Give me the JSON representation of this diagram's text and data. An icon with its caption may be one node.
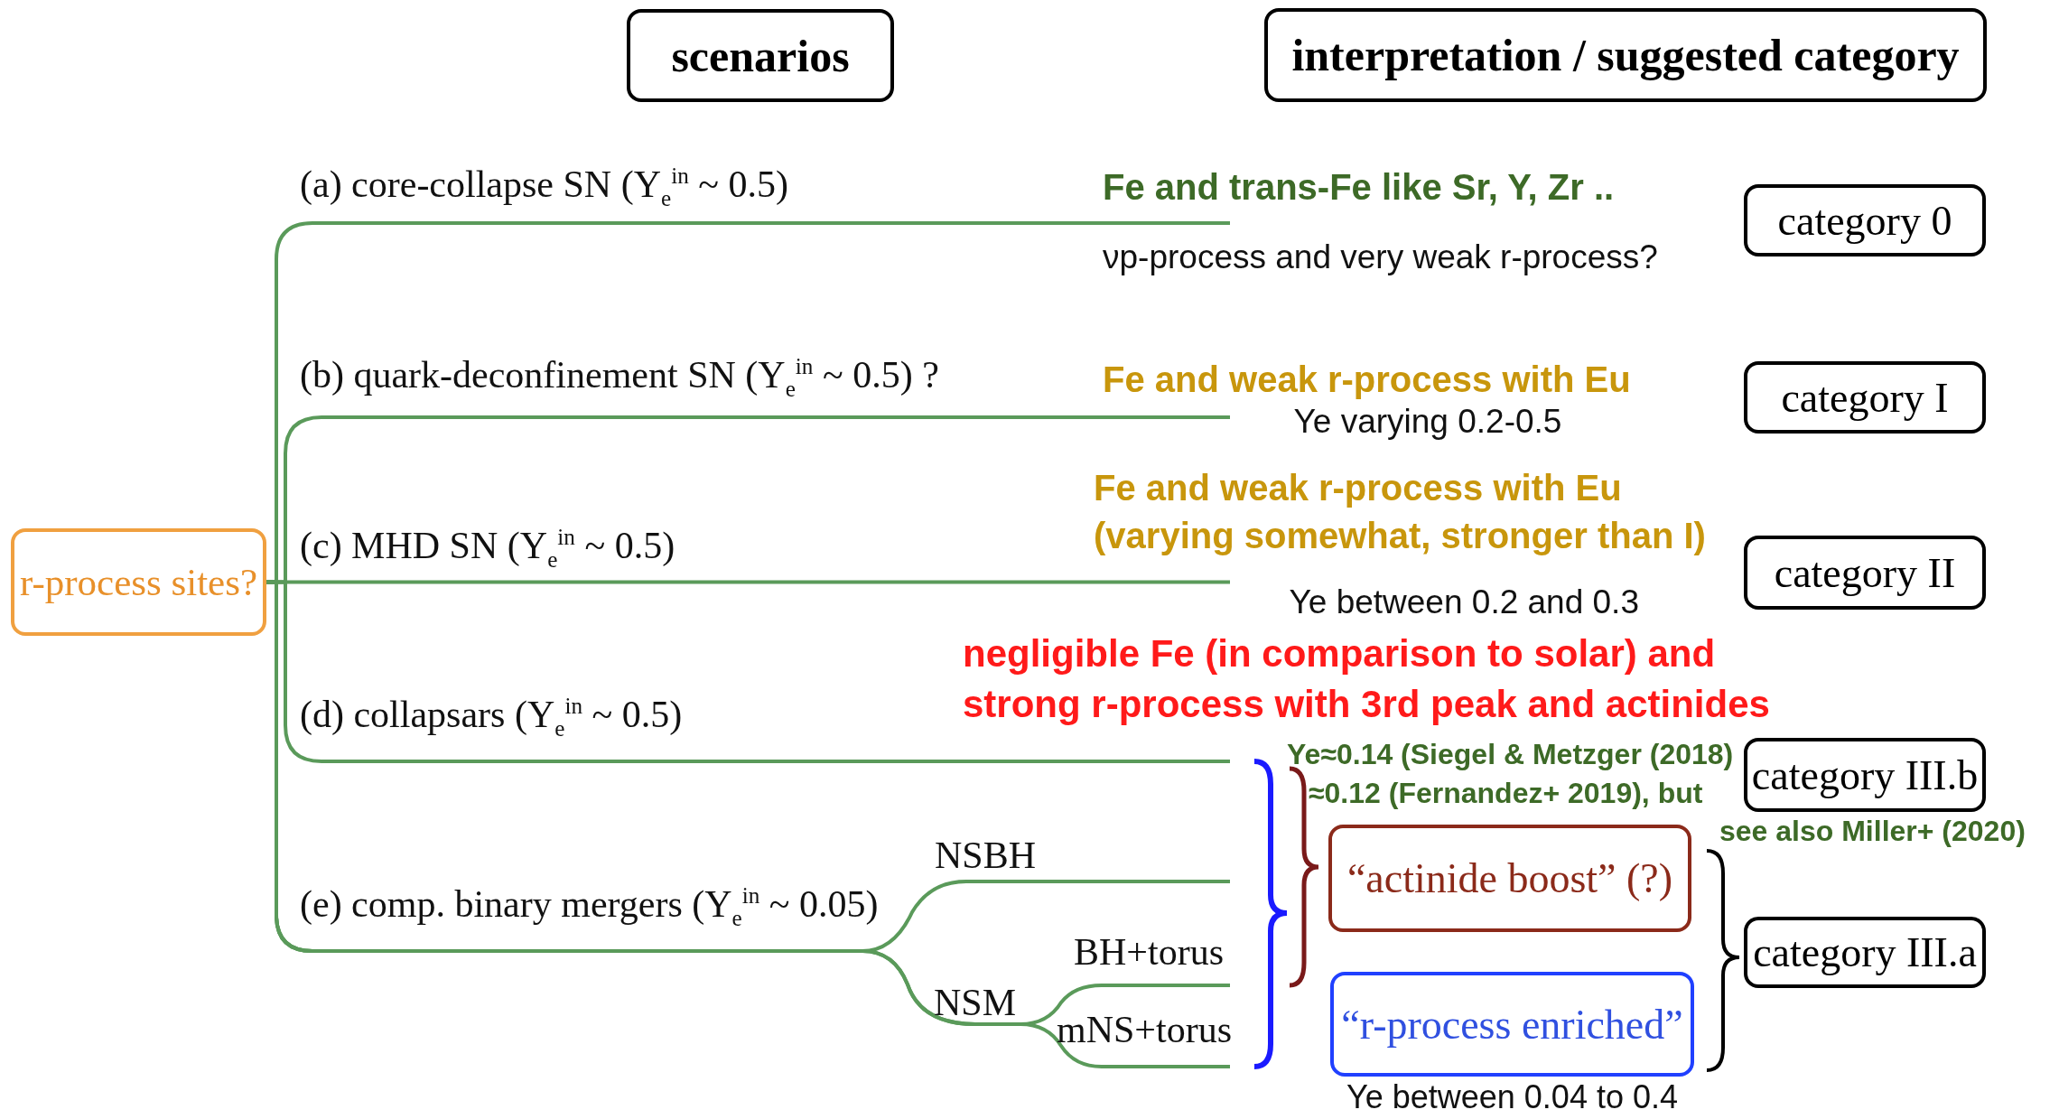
{
  "diagram": {
    "nodes": [
      {
        "text": [
          "scenarios"
        ]
      },
      {
        "text": [
          "interpretation / suggested category"
        ]
      },
      {
        "text": [
          "r-process sites?"
        ]
      },
      {
        "text": [
          "category 0"
        ]
      },
      {
        "text": [
          "category I"
        ]
      },
      {
        "text": [
          "category II"
        ]
      },
      {
        "text": [
          "category III.b"
        ]
      },
      {
        "text": [
          "category III.a"
        ]
      },
      {
        "text": [
          "“actinide boost” (?)"
        ]
      },
      {
        "text": [
          "“r-process enriched”"
        ],
        "beside": [
          "Ye between 0.04 to 0.4"
        ]
      }
    ],
    "edges": [
      {
        "from": 2,
        "to": null,
        "arrow": "none"
      },
      {
        "from": 2,
        "to": null,
        "arrow": "none"
      },
      {
        "from": 2,
        "to": null,
        "arrow": "none"
      },
      {
        "from": 2,
        "to": null,
        "arrow": "none"
      },
      {
        "from": 2,
        "to": null,
        "arrow": "none"
      },
      {
        "from": 2,
        "to": null,
        "arrow": "none"
      },
      {
        "from": 2,
        "to": null,
        "arrow": "none"
      }
    ],
    "labels": [
      "(a) core-collapse SN (Y$_{e}$$^{in}$ ~ 0.5)",
      "Fe and trans-Fe like Sr, Y, Zr ..",
      "νp-process and very weak r-process?",
      "(b) quark-deconfinement SN (Y$_{e}$$^{in}$ ~ 0.5) ?",
      "Fe and weak r-process with Eu",
      "Ye varying 0.2-0.5",
      "Fe and weak r-process with Eu",
      "(c) MHD SN (Y$_{e}$$^{in}$ ~ 0.5)",
      "(varying somewhat, stronger than I)",
      "Ye between 0.2 and 0.3",
      "negligible Fe (in comparison to solar) and strong r-process with 3rd peak and actinides",
      "(d) collapsars (Y$_{e}$$^{in}$ ~ 0.5)",
      "Ye≈0.14 (Siegel & Metzger (2018)",
      "≈0.12 (Fernandez+ 2019), but",
      "see also Miller+ (2020)",
      "NSBH",
      "(e) comp. binary mergers (Y$_{e}$$^{in}$ ~ 0.05)",
      "BH+torus",
      "NSM",
      "mNS+torus"
    ]
  }
}
